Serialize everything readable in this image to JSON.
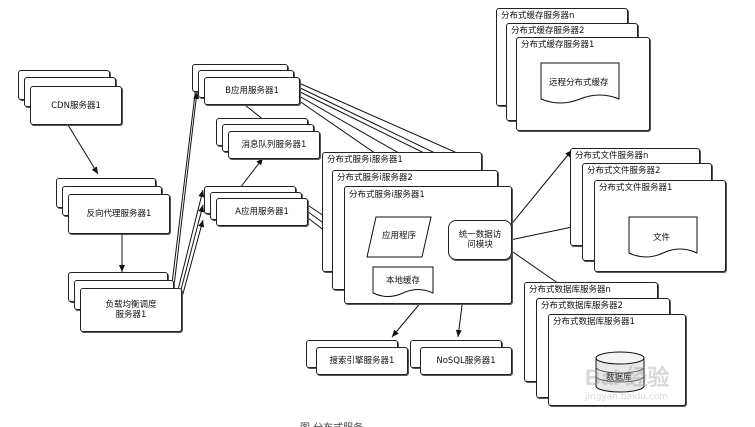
{
  "cdn": {
    "label": "CDN服务器1"
  },
  "proxy": {
    "label": "反向代理服务器1"
  },
  "lb": {
    "label_line1": "负载均衡调度",
    "label_line2": "服务器1"
  },
  "b_app": {
    "label": "B应用服务器1"
  },
  "mq": {
    "label": "消息队列服务器1"
  },
  "a_app": {
    "label": "A应用服务器1"
  },
  "svc": {
    "label_n": "分布式服务i服务器1",
    "label_2": "分布式服务i服务器2",
    "label_1": "分布式服务i服务器1"
  },
  "app_program": {
    "label": "应用程序"
  },
  "data_access": {
    "label_line1": "统一数据访",
    "label_line2": "问模块"
  },
  "local_cache": {
    "label": "本地缓存"
  },
  "search": {
    "label": "搜索引擎服务器1"
  },
  "nosql": {
    "label": "NoSQL服务器1"
  },
  "cache": {
    "label_n": "分布式缓存服务器n",
    "label_2": "分布式缓存服务器2",
    "label_1": "分布式缓存服务器1",
    "inner": "远程分布式缓存"
  },
  "fs": {
    "label_n": "分布式文件服务器n",
    "label_2": "分布式文件服务器2",
    "label_1": "分布式文件服务器1",
    "inner": "文件"
  },
  "db": {
    "label_n": "分布式数据库服务器n",
    "label_2": "分布式数据库服务器2",
    "label_1": "分布式数据库服务器1",
    "inner": "数据库"
  },
  "caption": "图      分布式服务",
  "watermark": {
    "line1": "Bai 经验",
    "line2": "jingyan.baidu.com"
  }
}
